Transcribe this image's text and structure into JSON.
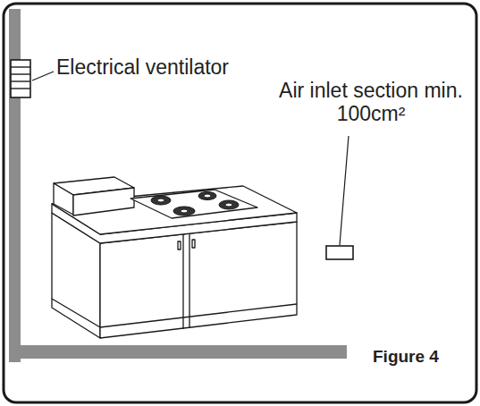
{
  "diagram": {
    "caption": "Figure 4",
    "labels": [
      "Electrical ventilator",
      "Air inlet section min. 100cm²"
    ]
  }
}
